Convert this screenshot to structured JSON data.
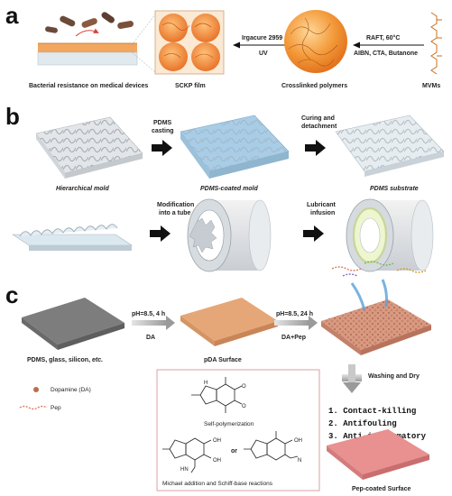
{
  "panel_a": {
    "letter": "a",
    "bacteria_caption": "Bacterial resistance on medical devices",
    "film_caption": "SCKP film",
    "crosslinked_caption": "Crosslinked polymers",
    "mvms_caption": "MVMs",
    "step1_top": "RAFT, 60°C",
    "step1_bottom": "AIBN, CTA, Butanone",
    "step2_top": "Irgacure 2959",
    "step2_bottom": "UV"
  },
  "panel_b": {
    "letter": "b",
    "step1_line1": "PDMS",
    "step1_line2": "casting",
    "step2_line1": "Curing and",
    "step2_line2": "detachment",
    "mold_caption": "Hierarchical mold",
    "coated_caption": "PDMS-coated mold",
    "substrate_caption": "PDMS substrate",
    "step3_line1": "Modification",
    "step3_line2": "into a tube",
    "step4_line1": "Lubricant",
    "step4_line2": "infusion"
  },
  "panel_c": {
    "letter": "c",
    "substrate_caption_plain": "PDMS, glass, silicon, ",
    "substrate_caption_italic": "etc.",
    "step1_top": "pH=8.5, 4 h",
    "step1_bottom": "DA",
    "pda_caption": "pDA Surface",
    "step2_top": "pH=8.5, 24 h",
    "step2_bottom": "DA+Pep",
    "washing": "Washing and Dry",
    "legend_da": "Dopamine (DA)",
    "legend_pep": "Pep",
    "self_poly": "Self-polymerization",
    "or_text": "or",
    "michael": "Michael addition and Schiff-base reactions",
    "list": [
      "1.  Contact-killing",
      "2.  Antifouling",
      "3.  Anti-inflammatory"
    ],
    "final_caption": "Pep-coated Surface"
  },
  "colors": {
    "orange": "#f08a2c",
    "gray_slab": "#7a7a7a",
    "pda": "#e3a070",
    "pink": "#e88a8a",
    "arrow": "#111111"
  }
}
